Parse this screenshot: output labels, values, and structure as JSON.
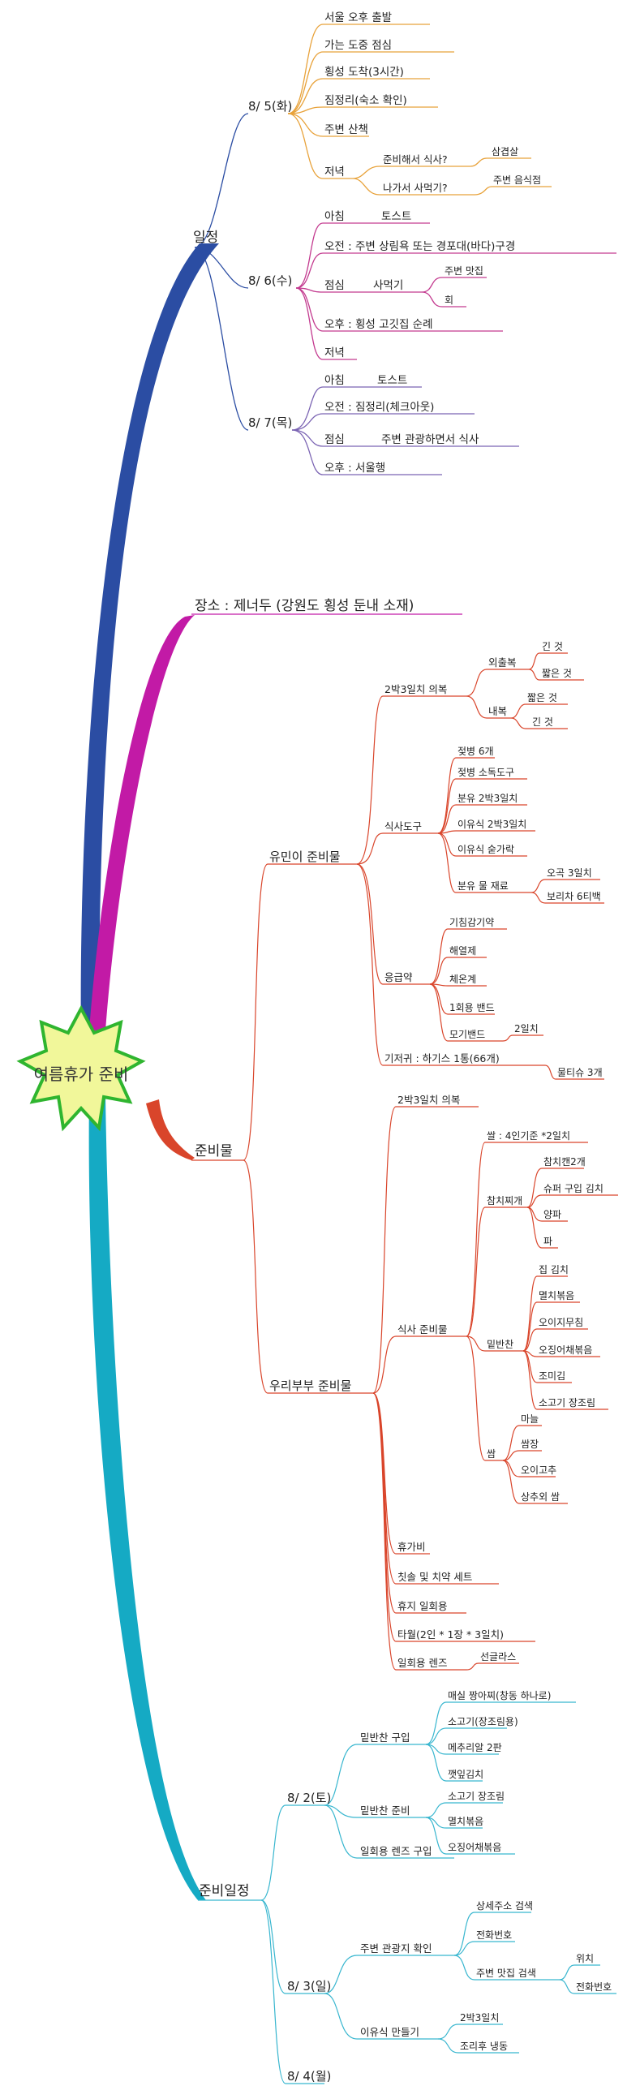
{
  "root": {
    "label": "여름휴가 준비"
  },
  "colors": {
    "schedule": "#2b4da3",
    "place": "#c21aa6",
    "prep": "#d9452b",
    "prep_schedule": "#15aac4",
    "orange": "#e8a23a",
    "magenta": "#c33a8f",
    "violet": "#7b64b3",
    "red": "#d9452b",
    "cyan": "#38b6cf",
    "star_fill": "#f1f79a",
    "star_stroke": "#2fb52f"
  },
  "branches": {
    "schedule": {
      "label": "일정",
      "day1": {
        "label": "8/ 5(화)",
        "items": [
          "서울 오후 출발",
          "가는 도중 점심",
          "횡성 도착(3시간)",
          "짐정리(숙소 확인)",
          "주변 산책"
        ],
        "dinner": {
          "label": "저녁",
          "opt1": "준비해서 식사?",
          "opt1_sub": "삼겹살",
          "opt2": "나가서 사먹기?",
          "opt2_sub": "주변 음식점"
        }
      },
      "day2": {
        "label": "8/ 6(수)",
        "breakfast": {
          "label": "아침",
          "sub": "토스트"
        },
        "morning": "오전 : 주변 상림욕 또는 경포대(바다)구경",
        "lunch": {
          "label": "점심",
          "sub": "사먹기",
          "sub1": "주변 맛집",
          "sub2": "회"
        },
        "afternoon": "오후 : 횡성 고깃집 순례",
        "dinner": "저녁"
      },
      "day3": {
        "label": "8/ 7(목)",
        "breakfast": {
          "label": "아침",
          "sub": "토스트"
        },
        "morning": "오전 : 짐정리(체크아웃)",
        "lunch": {
          "label": "점심",
          "sub": "주변 관광하면서 식사"
        },
        "afternoon": "오후 : 서울행"
      }
    },
    "place": {
      "label": "장소 : 제너두 (강원도 횡성 둔내 소재)"
    },
    "prep": {
      "label": "준비물",
      "baby": {
        "label": "유민이 준비물",
        "clothes": {
          "label": "2박3일치 의복",
          "outer": {
            "label": "외출복",
            "items": [
              "긴 것",
              "짧은 것"
            ]
          },
          "inner": {
            "label": "내복",
            "items": [
              "짧은 것",
              "긴 것"
            ]
          }
        },
        "feeding": {
          "label": "식사도구",
          "items": [
            "젖병 6개",
            "젖병 소독도구",
            "분유 2박3일치",
            "이유식 2박3일치",
            "이유식 숟가락"
          ],
          "formula": {
            "label": "분유 물 재료",
            "items": [
              "오곡 3일치",
              "보리차 6티백"
            ]
          }
        },
        "firstaid": {
          "label": "응급약",
          "items": [
            "기침감기약",
            "해열제",
            "체온계",
            "1회용 밴드"
          ],
          "mosquito": {
            "label": "모기밴드",
            "sub": "2일치"
          }
        },
        "diaper": {
          "label": "기저귀 : 하기스 1통(66개)",
          "sub": "물티슈 3개"
        }
      },
      "couple": {
        "label": "우리부부 준비물",
        "clothes": "2박3일치 의복",
        "food": {
          "label": "식사 준비물",
          "rice": "쌀 : 4인기준 *2일치",
          "stew": {
            "label": "참치찌개",
            "items": [
              "참치캔2개",
              "슈퍼 구입 김치",
              "양파",
              "파"
            ]
          },
          "side": {
            "label": "밑반찬",
            "items": [
              "집 김치",
              "멸치볶음",
              "오이지무침",
              "오징어채볶음",
              "조미김",
              "소고기 장조림"
            ]
          },
          "wrap": {
            "label": "쌈",
            "items": [
              "마늘",
              "쌈장",
              "오이고추",
              "상추외 쌈"
            ]
          }
        },
        "items": [
          "휴가비",
          "칫솔 및 치약 세트",
          "휴지 일회용",
          "타월(2인 * 1장 * 3일치)"
        ],
        "lens": {
          "label": "일회용 렌즈",
          "sub": "선글라스"
        }
      }
    },
    "prep_schedule": {
      "label": "준비일정",
      "aug2": {
        "label": "8/ 2(토)",
        "buy": {
          "label": "밑반찬 구입",
          "items": [
            "매실 짱아찌(창동 하나로)",
            "소고기(장조림용)",
            "메추리알 2판",
            "깻잎김치"
          ]
        },
        "make": {
          "label": "밑반찬 준비",
          "items": [
            "소고기 장조림",
            "멸치볶음",
            "오징어채볶음"
          ]
        },
        "lens": "일회용 렌즈 구입"
      },
      "aug3": {
        "label": "8/ 3(일)",
        "tour": {
          "label": "주변 관광지 확인",
          "items": [
            "상세주소 검색",
            "전화번호"
          ],
          "food": {
            "label": "주변 맛집 검색",
            "items": [
              "위치",
              "전화번호"
            ]
          }
        },
        "babyfood": {
          "label": "이유식 만들기",
          "items": [
            "2박3일치",
            "조리후 냉동"
          ]
        }
      },
      "aug4": {
        "label": "8/ 4(월)"
      }
    }
  }
}
